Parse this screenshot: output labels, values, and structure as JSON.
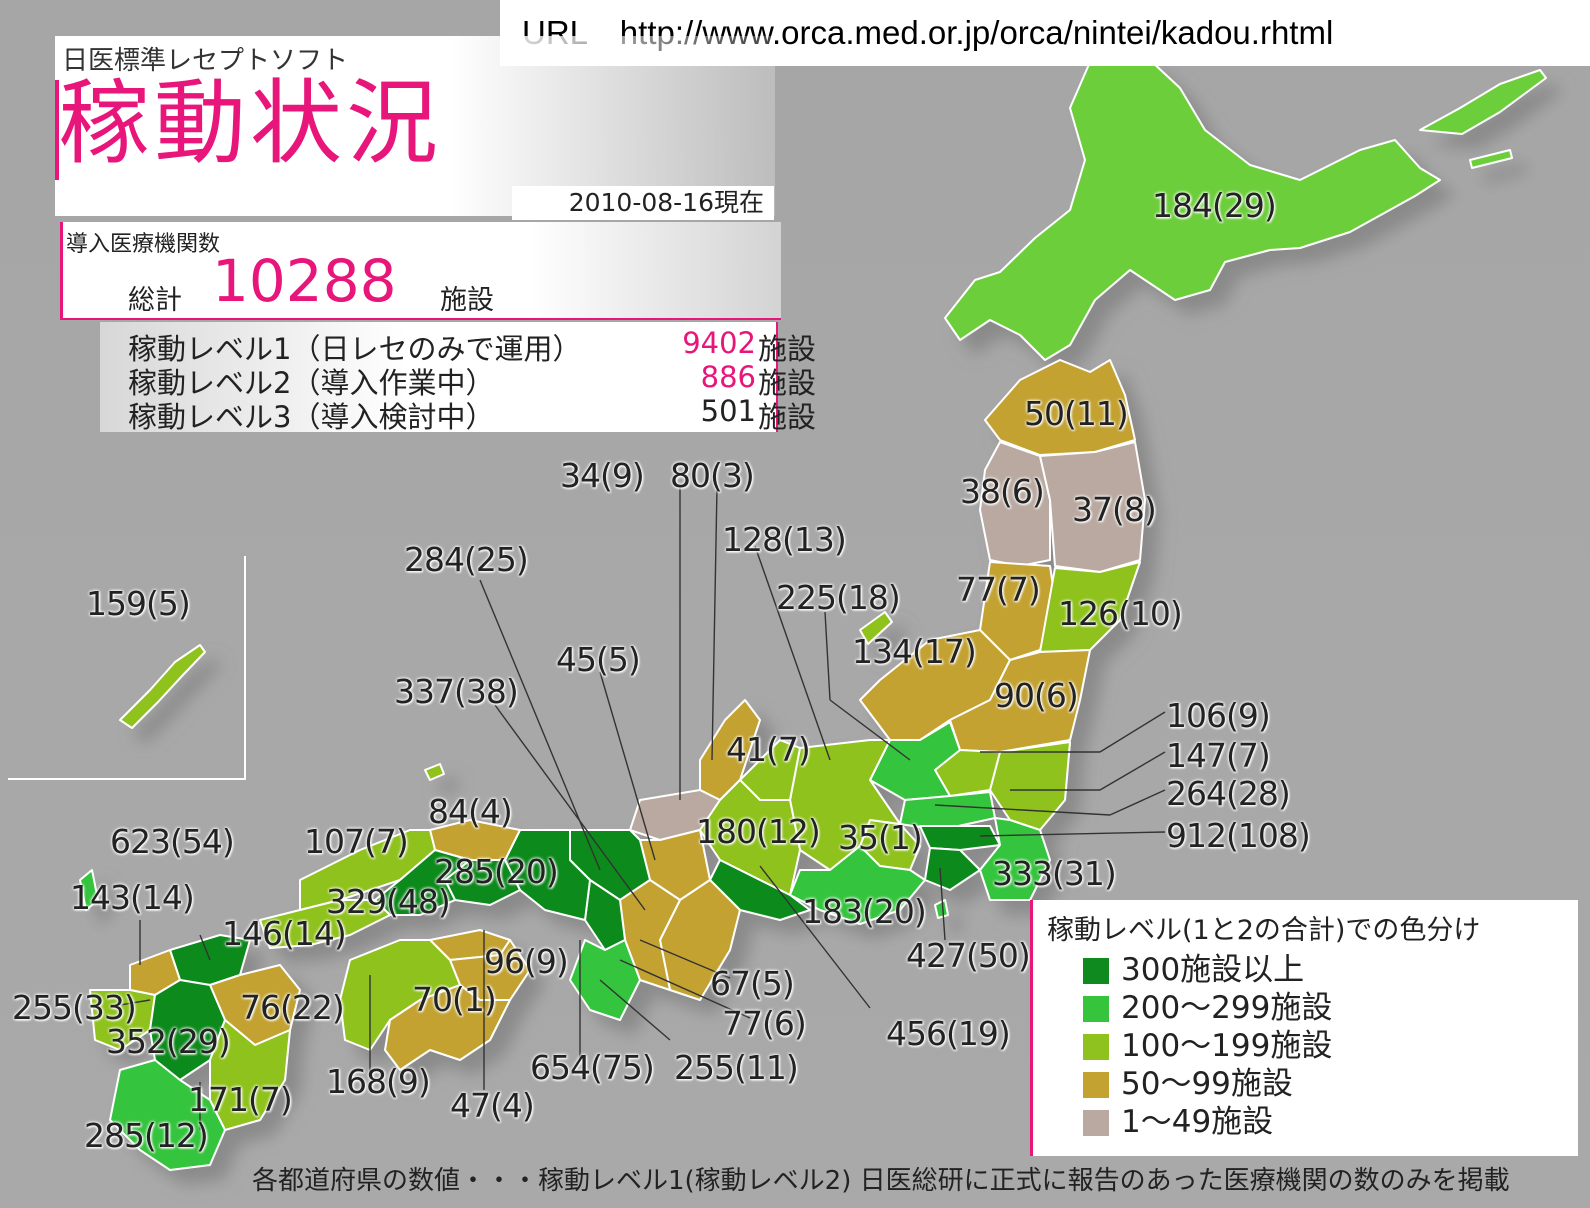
{
  "url_bar": "URL　http://www.orca.med.or.jp/orca/nintei/kadou.rhtml",
  "header": {
    "subtitle": "日医標準レセプトソフト",
    "title": "稼動状況",
    "date": "2010-08-16現在"
  },
  "totals": {
    "heading": "導入医療機関数",
    "prefix": "総計",
    "total": "10288",
    "suffix": "施設"
  },
  "levels": [
    {
      "label": "稼動レベル1（日レセのみで運用）",
      "value": "9402",
      "unit": "施設",
      "highlight": true
    },
    {
      "label": "稼動レベル2（導入作業中）",
      "value": "886",
      "unit": "施設",
      "highlight": true
    },
    {
      "label": "稼動レベル3（導入検討中）",
      "value": "501",
      "unit": "施設",
      "highlight": false
    }
  ],
  "legend": {
    "title": "稼動レベル(1と2の合計)での色分け",
    "items": [
      {
        "label": "300施設以上",
        "color": "#0f8a1e"
      },
      {
        "label": "200～299施設",
        "color": "#35c43c"
      },
      {
        "label": "100～199施設",
        "color": "#8fc21f"
      },
      {
        "label": "50～99施設",
        "color": "#c3a232"
      },
      {
        "label": "1～49施設",
        "color": "#b9a9a0"
      }
    ]
  },
  "footer": "各都道府県の数値・・・稼動レベル1(稼動レベル2) 日医総研に正式に報告のあった医療機関の数のみを掲載",
  "prefecture_labels": [
    "184(29)",
    "50(11)",
    "38(6)",
    "37(8)",
    "77(7)",
    "126(10)",
    "134(17)",
    "90(6)",
    "106(9)",
    "147(7)",
    "264(28)",
    "912(108)",
    "333(31)",
    "427(50)",
    "183(20)",
    "35(1)",
    "225(18)",
    "128(13)",
    "80(3)",
    "34(9)",
    "41(7)",
    "180(12)",
    "45(5)",
    "284(25)",
    "337(38)",
    "456(19)",
    "67(5)",
    "77(6)",
    "255(11)",
    "654(75)",
    "84(4)",
    "107(7)",
    "285(20)",
    "329(48)",
    "623(54)",
    "143(14)",
    "146(14)",
    "96(9)",
    "70(1)",
    "76(22)",
    "47(4)",
    "168(9)",
    "255(33)",
    "352(29)",
    "171(7)",
    "285(12)",
    "159(5)"
  ]
}
